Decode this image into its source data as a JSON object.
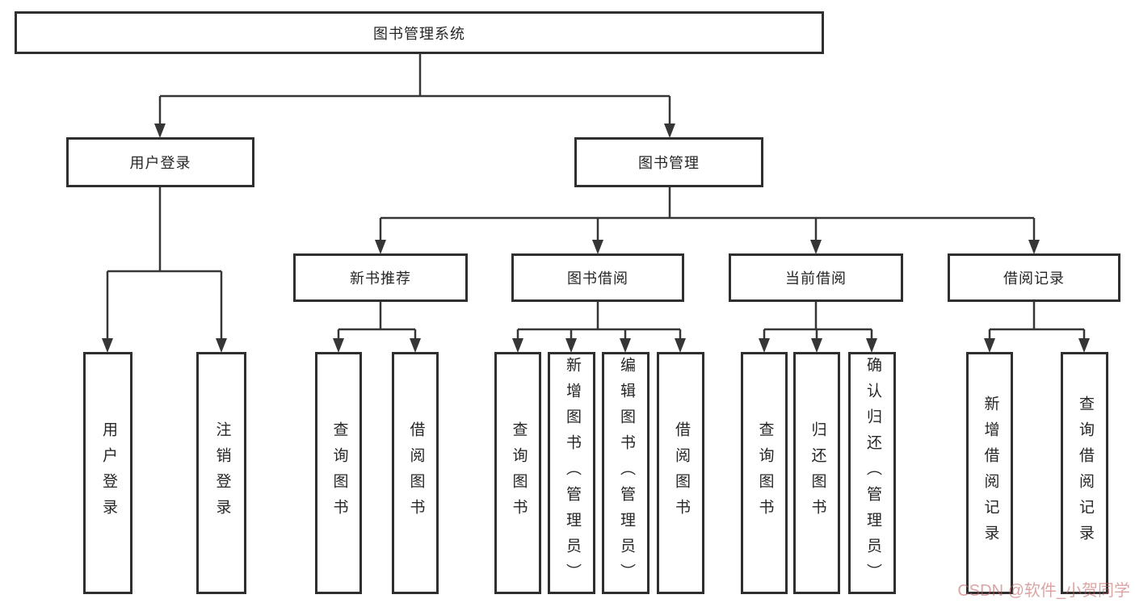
{
  "diagram_title": "图书管理系统",
  "tree": {
    "root": {
      "label": "图书管理系统",
      "children": [
        {
          "label": "用户登录",
          "children": [
            {
              "label": "用户登录"
            },
            {
              "label": "注销登录"
            }
          ]
        },
        {
          "label": "图书管理",
          "children": [
            {
              "label": "新书推荐",
              "children": [
                {
                  "label": "查询图书"
                },
                {
                  "label": "借阅图书"
                }
              ]
            },
            {
              "label": "图书借阅",
              "children": [
                {
                  "label": "查询图书"
                },
                {
                  "label": "新增图书（管理员）"
                },
                {
                  "label": "编辑图书（管理员）"
                },
                {
                  "label": "借阅图书"
                }
              ]
            },
            {
              "label": "当前借阅",
              "children": [
                {
                  "label": "查询图书"
                },
                {
                  "label": "归还图书"
                },
                {
                  "label": "确认归还（管理员）"
                }
              ]
            },
            {
              "label": "借阅记录",
              "children": [
                {
                  "label": "新增借阅记录"
                },
                {
                  "label": "查询借阅记录"
                }
              ]
            }
          ]
        }
      ]
    }
  },
  "watermark": {
    "text": "CSDN @软件_小贺同学"
  },
  "colors": {
    "background": "#ffffff",
    "box_border": "#2f2f2f",
    "connector": "#363636",
    "text": "#262626",
    "watermark": "#be5a5a"
  }
}
